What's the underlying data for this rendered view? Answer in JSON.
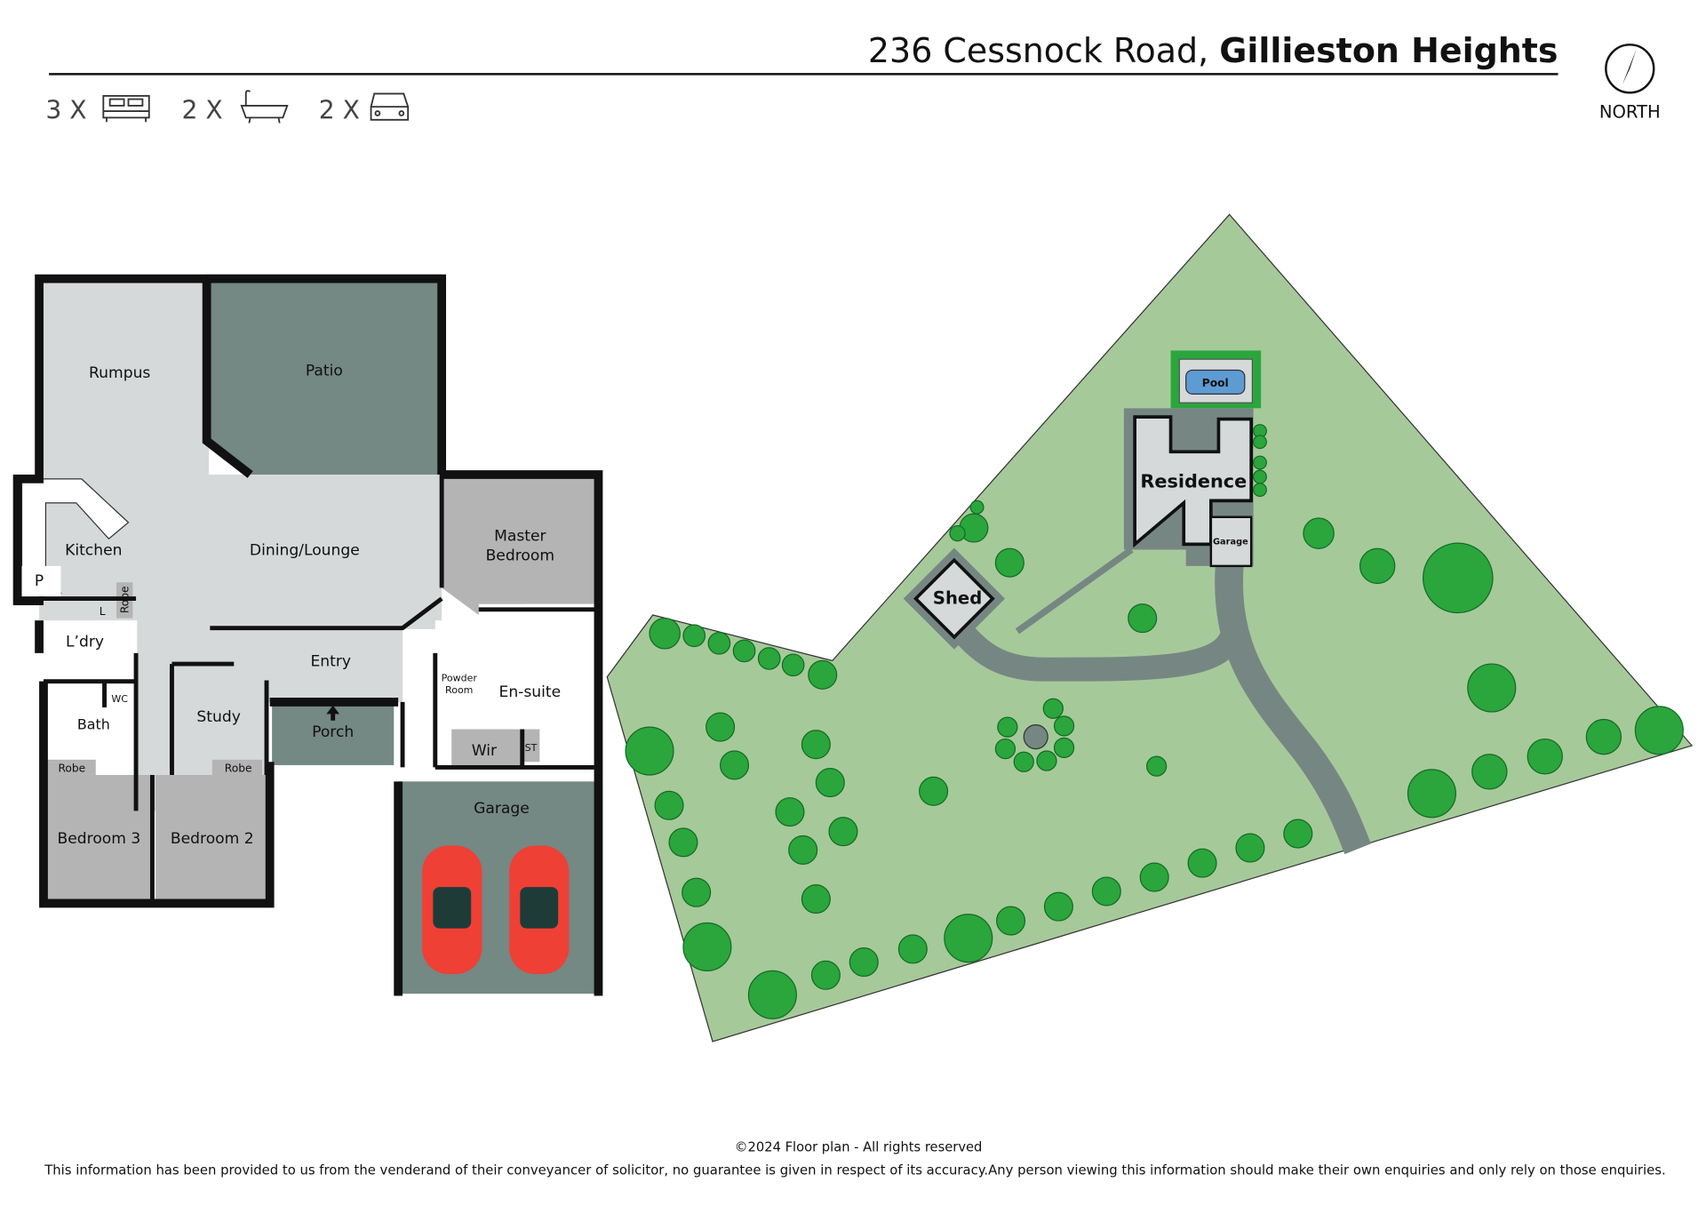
{
  "header": {
    "address_street": "236 Cessnock Road, ",
    "address_suburb": "Gillieston Heights",
    "bedrooms": "3 X",
    "bathrooms": "2 X",
    "car_spaces": "2 X",
    "compass_label": "NORTH",
    "icons": [
      "bed-icon",
      "bath-icon",
      "car-icon",
      "compass-icon"
    ]
  },
  "floorplan": {
    "rooms": {
      "rumpus": "Rumpus",
      "patio": "Patio",
      "kitchen": "Kitchen",
      "pantry": "P",
      "dining_lounge": "Dining/Lounge",
      "master_line1": "Master",
      "master_line2": "Bedroom",
      "linen": "L",
      "robe_vertical": "Robe",
      "laundry": "L’dry",
      "wc": "WC",
      "bath": "Bath",
      "robe_bath": "Robe",
      "study": "Study",
      "robe_study": "Robe",
      "entry": "Entry",
      "porch": "Porch",
      "powder_line1": "Powder",
      "powder_line2": "Room",
      "ensuite": "En-suite",
      "wir": "Wir",
      "storage": "ST",
      "garage": "Garage",
      "bedroom3": "Bedroom 3",
      "bedroom2": "Bedroom 2"
    }
  },
  "siteplan": {
    "residence": "Residence",
    "pool": "Pool",
    "garage": "Garage",
    "shed": "Shed"
  },
  "footer": {
    "copyright": "©2024 Floor plan  - All rights reserved",
    "disclaimer": "This information has been provided to us from the venderand of their conveyancer of solicitor, no guarantee is given in respect of its accuracy.Any person viewing this information should make their own enquiries and only rely on those enquiries."
  },
  "colors": {
    "living": "#d6d9d9",
    "bedroom": "#b4b4b4",
    "outdoor": "#748884",
    "land": "#a6c99a",
    "driveway": "#768783",
    "tree": "#2aa63c",
    "pool": "#5d9bd3",
    "car": "#ee4035"
  }
}
